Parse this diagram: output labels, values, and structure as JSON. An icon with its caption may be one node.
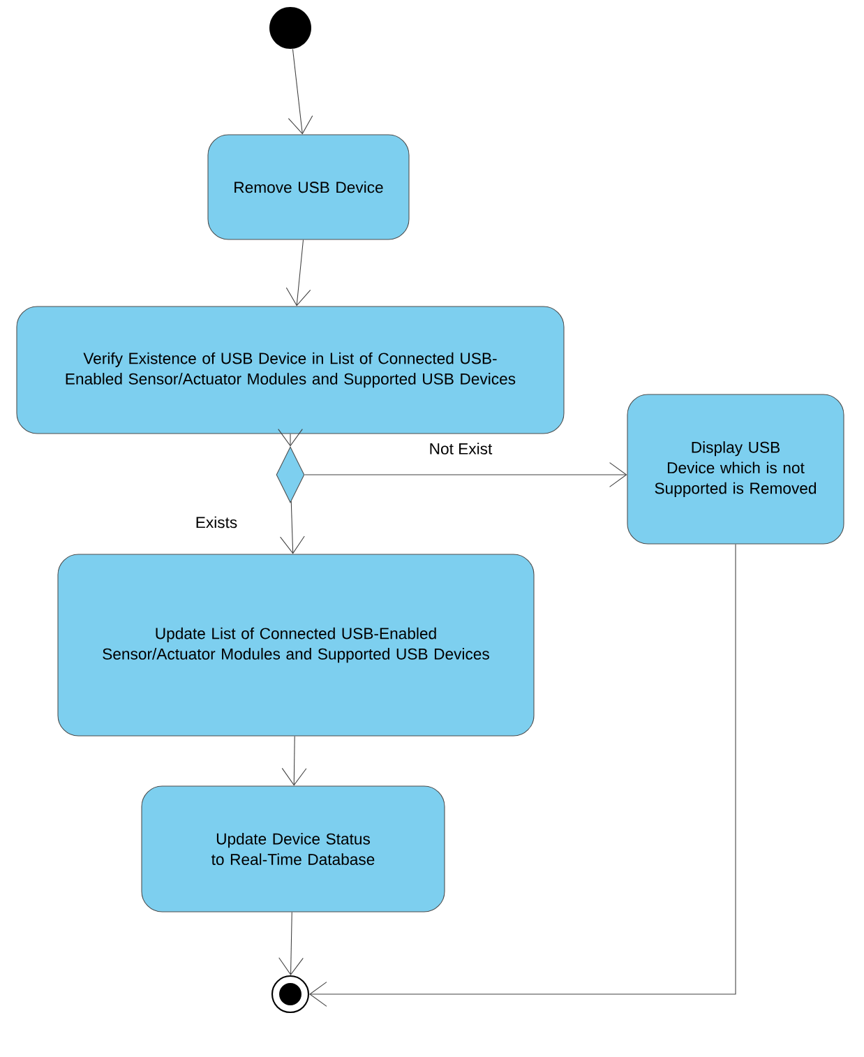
{
  "diagram": {
    "nodes": [
      {
        "text": [],
        "shape": "circle"
      },
      {
        "text": [
          "Remove USB Device"
        ]
      },
      {
        "text": [
          "Verify Existence of USB Device in List of Connected USB-Enabled Sensor/Actuator Modules and Supported USB Devices"
        ]
      },
      {
        "text": [],
        "shape": "diamond"
      },
      {
        "text": [
          "Display USB Device which is not Supported is Removed"
        ]
      },
      {
        "text": [
          "Update List of Connected USB-Enabled Sensor/Actuator Modules and Supported USB Devices"
        ]
      },
      {
        "text": [
          "Update Device Status to Real-Time Database"
        ]
      },
      {
        "text": [],
        "shape": "circle"
      }
    ],
    "edges": [
      {
        "from": 0,
        "to": 1,
        "arrow": "to"
      },
      {
        "from": 1,
        "to": 2,
        "arrow": "to"
      },
      {
        "from": 2,
        "to": 3,
        "arrow": "to"
      },
      {
        "from": 3,
        "to": 4,
        "arrow": "to",
        "label": "Not Exist"
      },
      {
        "from": 3,
        "to": 5,
        "arrow": "to",
        "label": "Exists"
      },
      {
        "from": 5,
        "to": 6,
        "arrow": "to"
      },
      {
        "from": 6,
        "to": 7,
        "arrow": "to"
      },
      {
        "from": 4,
        "to": 7,
        "arrow": "to"
      }
    ]
  }
}
